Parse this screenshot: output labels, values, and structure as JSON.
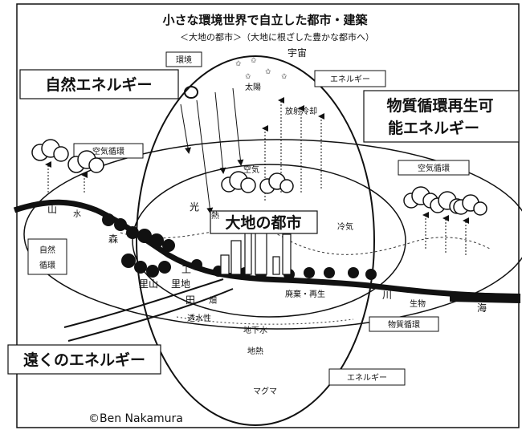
{
  "title": "小さな環境世界で自立した都市・建築",
  "subtitle": "＜大地の都市＞（大地に根ざした豊かな都市へ）",
  "copyright": "©Ben Nakamura",
  "callouts": {
    "natural_energy": "自然エネルギー",
    "recycled_energy_line1": "物質循環再生可",
    "recycled_energy_line2": "能エネルギー",
    "distant_energy": "遠くのエネルギー"
  },
  "labels": {
    "environment": "環境",
    "universe": "宇宙",
    "energy_top": "エネルギー",
    "sun": "太陽",
    "radiative_cooling": "放射冷却",
    "air_cycle_left": "空気循環",
    "air_cycle_right": "空気循環",
    "air": "空気",
    "light": "光",
    "heat": "熱",
    "city_of_earth": "大地の都市",
    "cool_air": "冷気",
    "mountain": "山",
    "water": "水",
    "forest": "森",
    "natural_cycle_line1": "自然",
    "natural_cycle_line2": "循環",
    "satoyama": "里山",
    "satochi": "里地",
    "field": "田",
    "garden": "畑",
    "work": "工",
    "waste_regen": "廃棄・再生",
    "river": "川",
    "living": "生物",
    "sea": "海",
    "material_cycle": "物質循環",
    "permeability": "透水性",
    "groundwater": "地下水",
    "geothermal": "地熱",
    "magma": "マグマ",
    "energy_bottom": "エネルギー"
  }
}
